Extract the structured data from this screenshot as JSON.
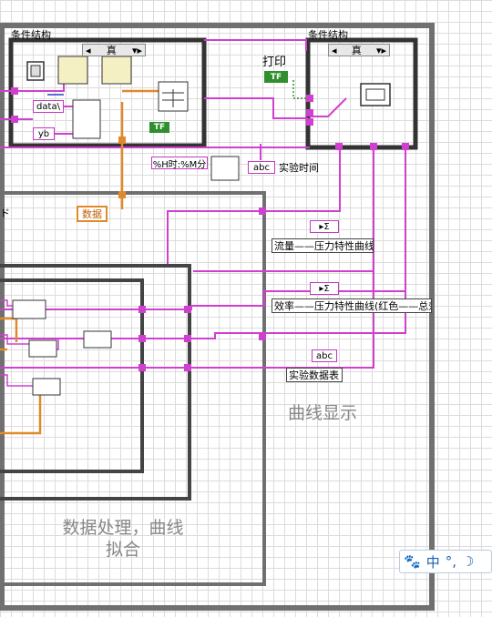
{
  "case_left": {
    "label": "条件结构",
    "selector": "真"
  },
  "case_right": {
    "label": "条件结构",
    "selector": "真"
  },
  "print": {
    "label": "打印",
    "bool": "TF"
  },
  "constants": {
    "data": "data\\",
    "yb": "yb",
    "tf_small": "TF",
    "abc": "abc"
  },
  "time_format": "%H时:%M分",
  "labels": {
    "exp_time": "实验时间",
    "flow_curve": "流量——压力特性曲线",
    "eff_curve": "效率——压力特性曲线(红色——总效",
    "exp_table": "实验数据表",
    "data_local": "数据",
    "left_fragment": "ド"
  },
  "frames": {
    "curve_display": "曲线显示",
    "data_processing": "数据处理，曲线拟合"
  },
  "ime": {
    "mode": "中",
    "punct": "°,"
  },
  "colors": {
    "pink": "#d040d0",
    "orange": "#e08a2a",
    "green": "#2f8f2f",
    "frame": "#555555"
  }
}
